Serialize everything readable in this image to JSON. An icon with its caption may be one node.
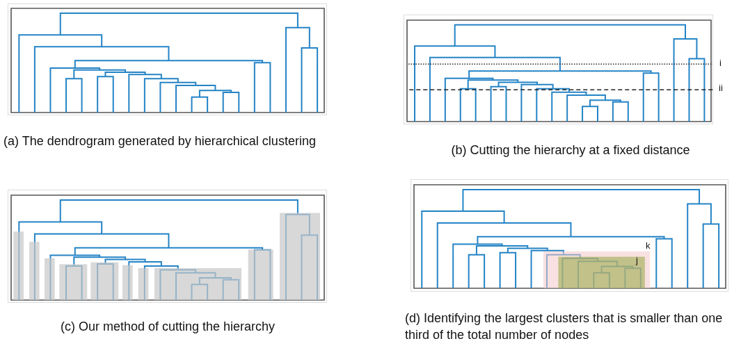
{
  "diagram": {
    "labels": [
      "(a) The dendrogram generated by hierarchical clustering",
      "i",
      "ii",
      "(b) Cutting the hierarchy at a fixed distance",
      "(c) Our method of cutting the hierarchy",
      "k",
      "j",
      "(d) Identifying the largest clusters that is smaller than one third of the total number of nodes"
    ]
  }
}
